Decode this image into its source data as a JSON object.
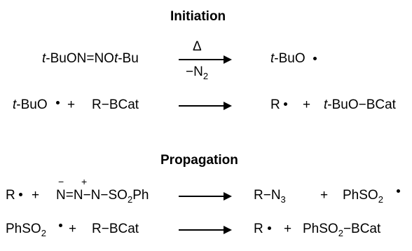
{
  "headings": {
    "initiation": "Initiation",
    "propagation": "Propagation"
  },
  "initiation": {
    "r1": {
      "reactant_prefix": "t",
      "reactant_mid": "-BuON=NO",
      "reactant_t2": "t",
      "reactant_end": "-Bu",
      "arrow_top": "Δ",
      "arrow_bottom": "−N",
      "arrow_bottom_sub": "2",
      "product_prefix": "t",
      "product_rest": "-BuO"
    },
    "r2": {
      "reactant1_prefix": "t",
      "reactant1_rest": "-BuO",
      "plus": "+",
      "reactant2": "R−BCat",
      "product1": "R",
      "plus2": "+",
      "product2_prefix": "t",
      "product2_rest": "-BuO−BCat"
    }
  },
  "propagation": {
    "r3": {
      "reactant1": "R",
      "plus": "+",
      "azide_n1": "N",
      "azide_n2": "N",
      "azide_rest": "−N−SO",
      "azide_sub": "2",
      "azide_end": "Ph",
      "minus_charge": "−",
      "plus_charge": "+",
      "eq1": "=",
      "product1": "R−N",
      "product1_sub": "3",
      "plus2": "+",
      "product2": "PhSO",
      "product2_sub": "2"
    },
    "r4": {
      "reactant1": "PhSO",
      "reactant1_sub": "2",
      "plus": "+",
      "reactant2": "R−BCat",
      "product1": "R",
      "plus2": "+",
      "product2": "PhSO",
      "product2_sub": "2",
      "product2_end": "−BCat"
    }
  }
}
